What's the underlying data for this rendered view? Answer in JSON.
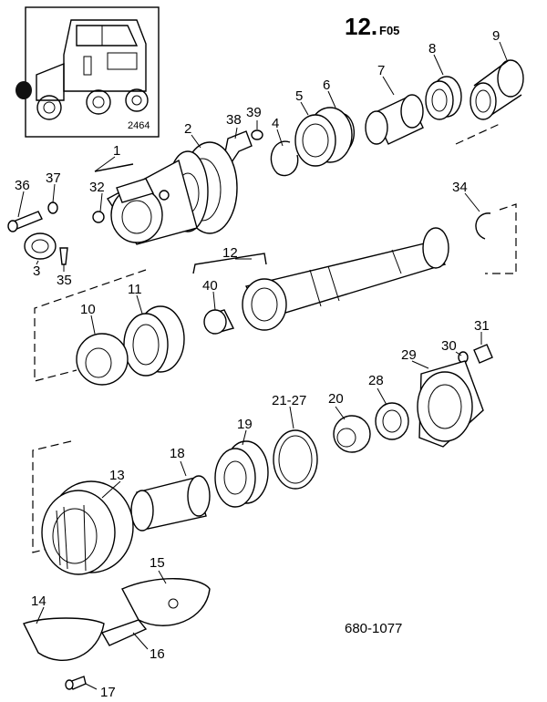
{
  "diagram": {
    "title_number": "12.",
    "title_code": "F05",
    "reference_code": "680-1077",
    "inset_code": "2464",
    "callouts": [
      "1",
      "2",
      "3",
      "4",
      "5",
      "6",
      "7",
      "8",
      "9",
      "10",
      "11",
      "12",
      "13",
      "14",
      "15",
      "16",
      "17",
      "18",
      "19",
      "20",
      "21-27",
      "28",
      "29",
      "30",
      "31",
      "32",
      "34",
      "35",
      "36",
      "37",
      "38",
      "39",
      "40"
    ]
  }
}
